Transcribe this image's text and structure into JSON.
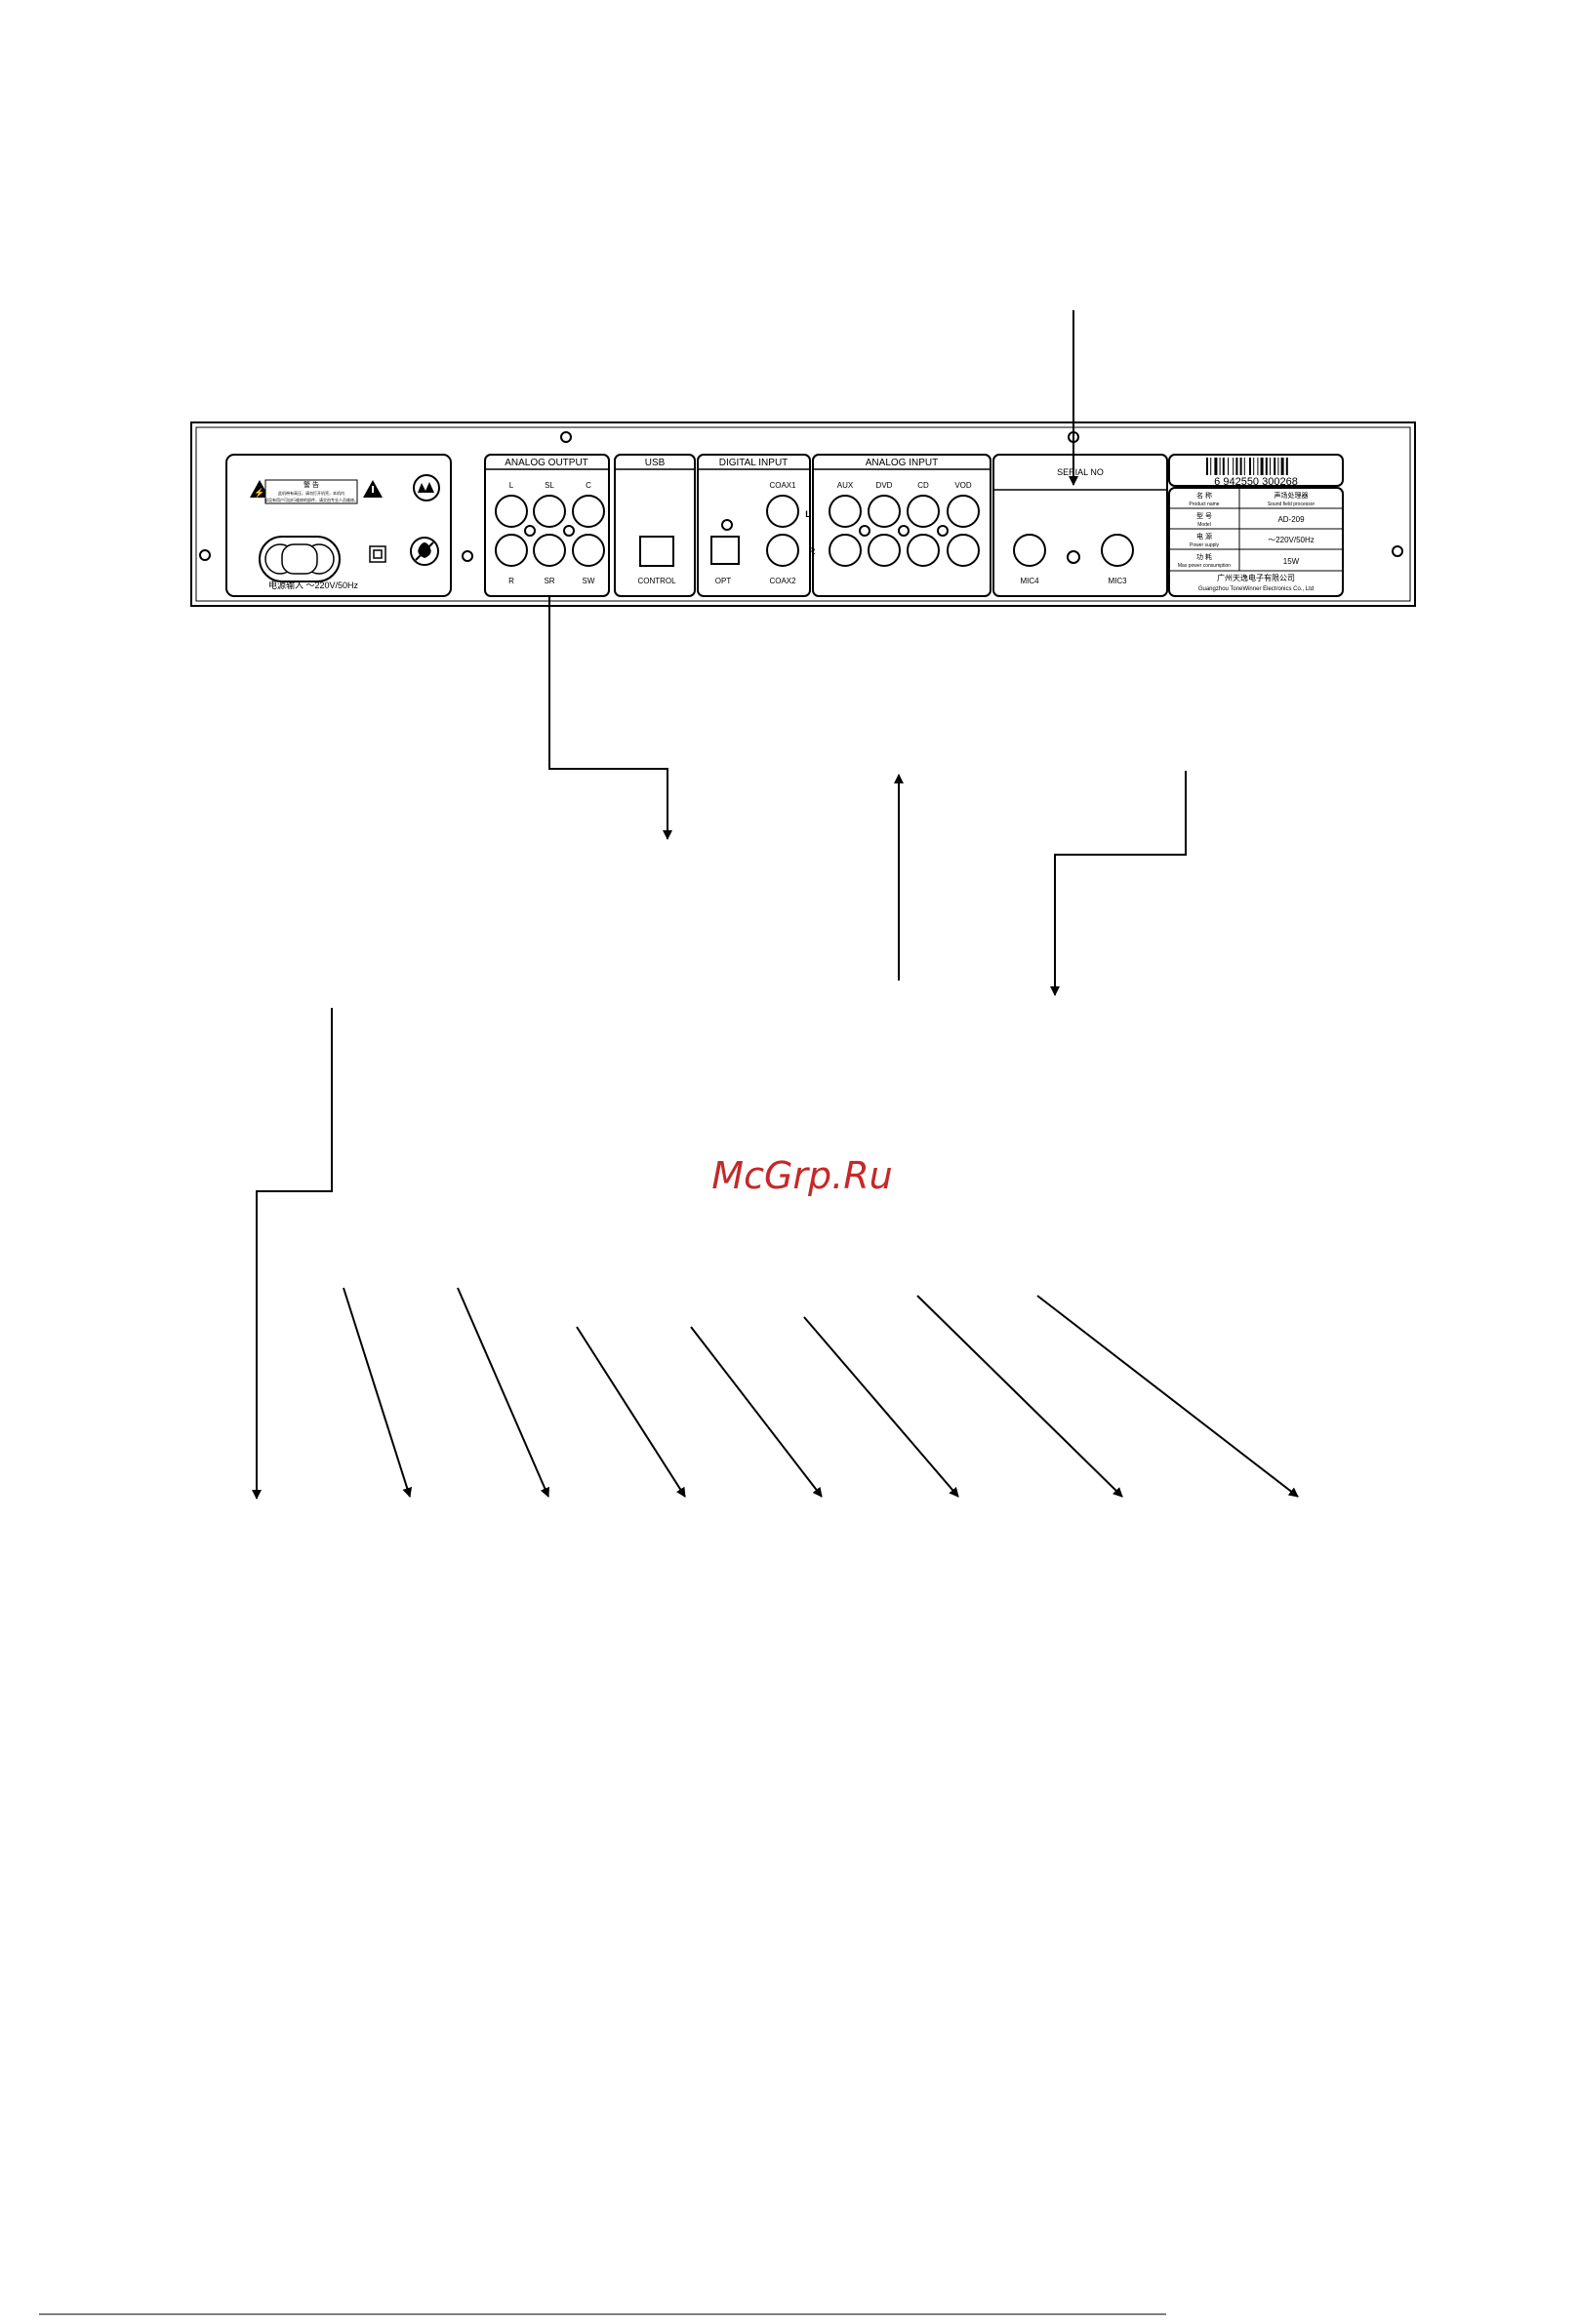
{
  "panel": {
    "power_section": {
      "warning_title": "警 告",
      "warning_text_line1": "此机带有高压，请勿打开机壳，本机内",
      "warning_text_line2": "部没有用户可自行维修的部件，请交由专业人员维修。",
      "power_label": "电源输入 ～220V/50Hz"
    },
    "analog_output": {
      "title": "ANALOG OUTPUT",
      "top_labels": [
        "L",
        "SL",
        "C"
      ],
      "bottom_labels": [
        "R",
        "SR",
        "SW"
      ]
    },
    "usb": {
      "title": "USB",
      "label": "CONTROL"
    },
    "digital_input": {
      "title": "DIGITAL  INPUT",
      "coax1": "COAX1",
      "coax2": "COAX2",
      "opt": "OPT",
      "l_mark": "L",
      "r_mark": "R"
    },
    "analog_input": {
      "title": "ANALOG  INPUT",
      "labels": [
        "AUX",
        "DVD",
        "CD",
        "VOD"
      ]
    },
    "mic": {
      "serial_label": "SERIAL NO",
      "mic4": "MIC4",
      "mic3": "MIC3"
    },
    "label_plate": {
      "barcode_number": "6 942550 300268",
      "rows": [
        {
          "cn": "名 称",
          "en": "Product name",
          "value": "声场处理器",
          "value_en": "Sound field processor"
        },
        {
          "cn": "型 号",
          "en": "Model",
          "value": "AD-209",
          "value_en": ""
        },
        {
          "cn": "电 源",
          "en": "Power supply",
          "value": "～220V/50Hz",
          "value_en": ""
        },
        {
          "cn": "功 耗",
          "en": "Max power consumption",
          "value": "15W",
          "value_en": ""
        }
      ],
      "company_cn": "广州天逸电子有限公司",
      "company_en": "Guangzhou ToneWinner Electronics Co., Ltd"
    }
  },
  "watermark": "McGrp.Ru"
}
